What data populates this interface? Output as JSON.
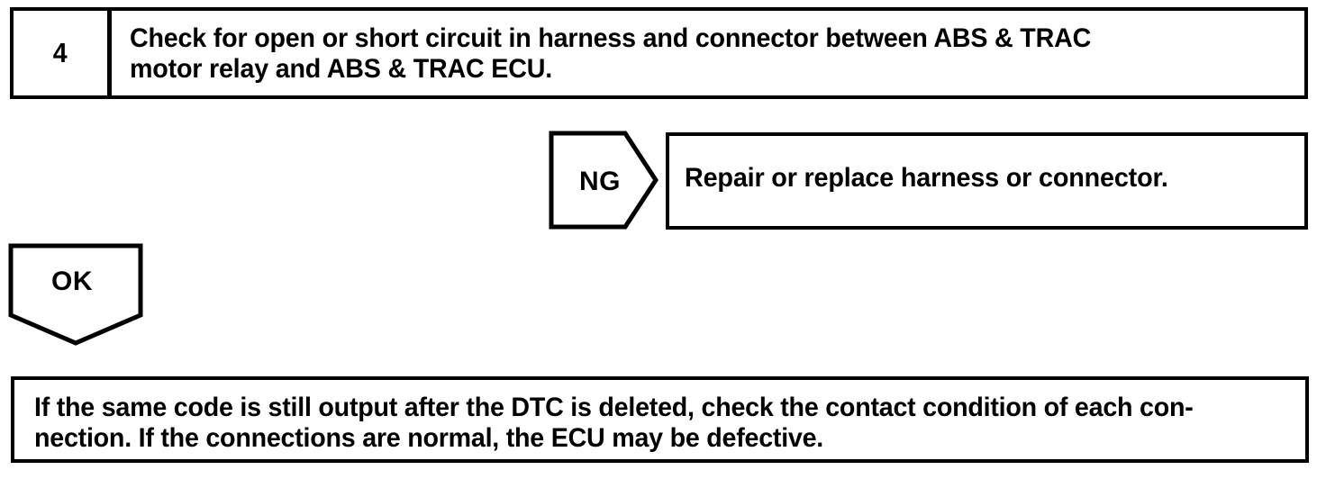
{
  "document": {
    "type": "diagnostic-troubleshooting-flowchart",
    "background_color": "#ffffff",
    "ink_color": "#000000"
  },
  "step": {
    "number": "4",
    "instruction": "Check for open or short circuit in harness and connector between ABS & TRAC\nmotor relay and ABS & TRAC ECU."
  },
  "branches": {
    "ng": {
      "label": "NG",
      "result_text": "Repair or replace harness or connector."
    },
    "ok": {
      "label": "OK"
    }
  },
  "final_note": {
    "text": "If the same code is still output after the DTC is deleted, check the contact condition of each con-\nnection. If the connections are normal, the ECU may be defective."
  }
}
